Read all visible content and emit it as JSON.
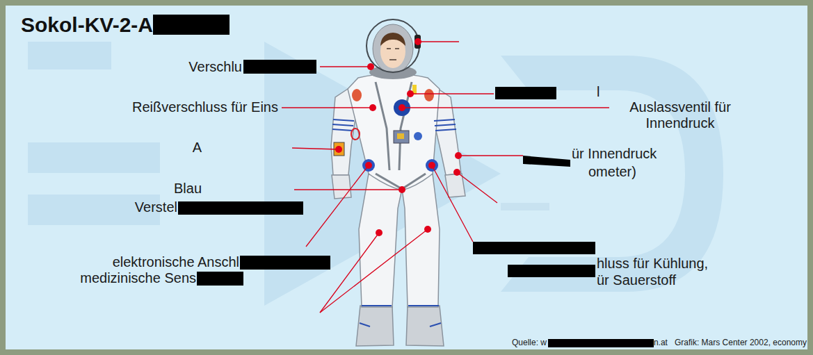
{
  "diagram": {
    "title": "Sokol-KV-2-A",
    "labels": [
      "Verschlu",
      "Reißverschluss für Eins",
      "A",
      "Blau",
      "Verstel",
      "elektronische Anschl",
      "medizinische Sens",
      "l",
      "Auslassventil für Innendruck",
      "ür Innendruck",
      "ometer)",
      "hluss für Kühlung,",
      "ür Sauerstoff",
      "Quelle: w",
      "n.at   Grafik: Mars Center 2002, economy"
    ]
  }
}
